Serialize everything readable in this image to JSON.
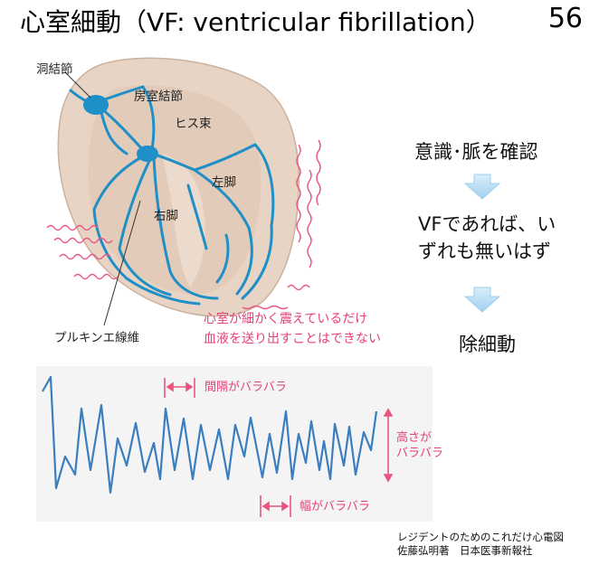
{
  "slide": {
    "title": "心室細動（VF: ventricular fibrillation）",
    "page_number": "56"
  },
  "heart_diagram": {
    "labels": {
      "sa_node": "洞結節",
      "av_node": "房室結節",
      "his_bundle": "ヒス束",
      "left_bundle": "左脚",
      "right_bundle": "右脚",
      "purkinje": "プルキンエ線維"
    },
    "note": [
      "心室が細かく震えているだけ",
      "血液を送り出すことはできない"
    ],
    "colors": {
      "muscle": "#e6d3c4",
      "conduction": "#1f8fc7",
      "accent": "#e4407a"
    }
  },
  "flow": {
    "step1": "意識･脈を確認",
    "step2": [
      "VFであれば、い",
      "ずれも無いはず"
    ],
    "step3": "除細動",
    "arrow_color": "#b7dcf2"
  },
  "ecg": {
    "interval_label": "間隔がバラバラ",
    "height_label": [
      "高さが",
      "バラバラ"
    ],
    "width_label": "幅がバラバラ",
    "trace_color": "#3a7ec0"
  },
  "citation": [
    "レジデントのためのこれだけ心電図",
    "佐藤弘明著　日本医事新報社"
  ]
}
